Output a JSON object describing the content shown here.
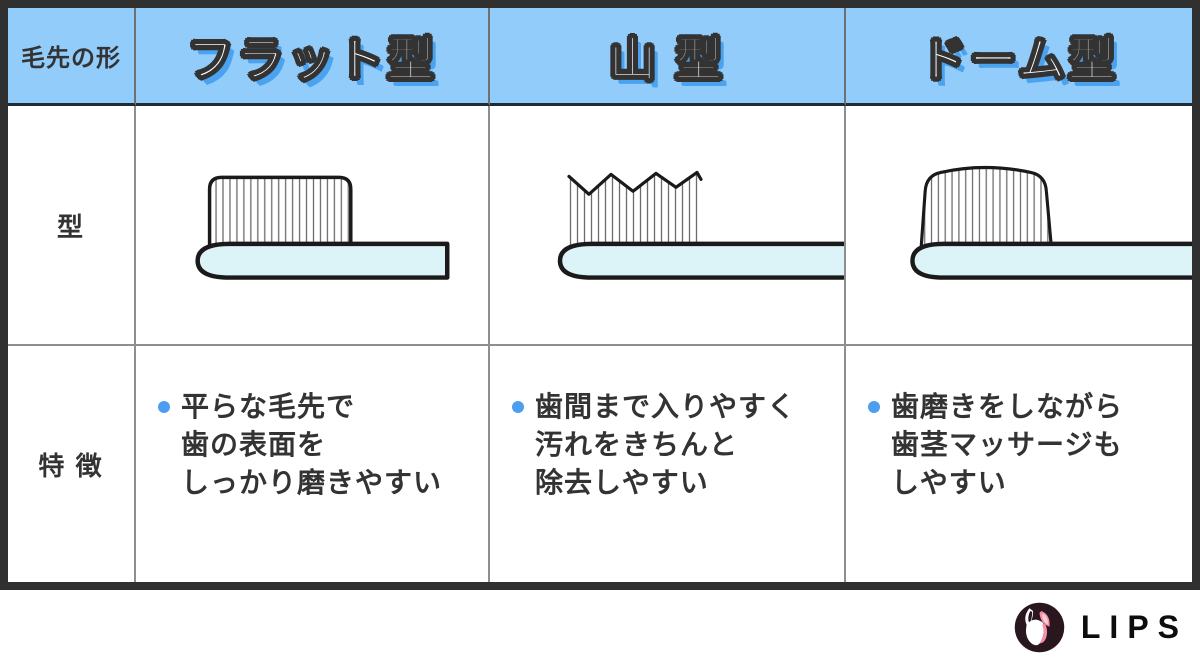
{
  "table": {
    "corner_label": "毛先の形",
    "row_labels": {
      "shape": "型",
      "features": "特 徴"
    },
    "columns": [
      {
        "header": "フラット型",
        "bristle_shape": "flat",
        "features": [
          "平らな毛先で",
          "歯の表面を",
          "しっかり磨きやすい"
        ]
      },
      {
        "header": "山 型",
        "bristle_shape": "mountain",
        "features": [
          "歯間まで入りやすく",
          "汚れをきちんと",
          "除去しやすい"
        ]
      },
      {
        "header": "ドーム型",
        "bristle_shape": "dome",
        "features": [
          "歯磨きをしながら",
          "歯茎マッサージも",
          "しやすい"
        ]
      }
    ]
  },
  "logo": {
    "text": "LIPS"
  },
  "colors": {
    "outer-border": "#303030",
    "grid-line": "#8e8e8e",
    "header-bg": "#92ccfa",
    "header-divider": "#202b33",
    "header-shadow": "#4ba2ef",
    "header-outline": "#333333",
    "text": "#333333",
    "bullet": "#4d9ef0",
    "handle-fill": "#dcf3f8",
    "ink": "#1a1a1a",
    "logo-circle": "#2a161e",
    "logo-pink": "#f590a5"
  }
}
